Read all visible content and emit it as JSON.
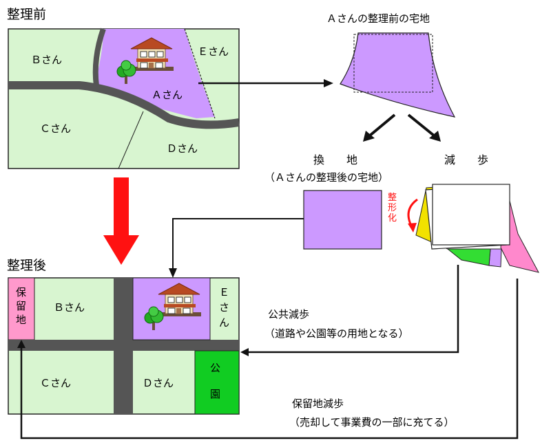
{
  "colors": {
    "land_green": "#d8f5d0",
    "lot_purple": "#cc99ff",
    "road_gray": "#555555",
    "reserve_pink": "#ff99cc",
    "park_green": "#11cc22",
    "arrow_red": "#ff1111",
    "line_black": "#111111",
    "yellow": "#f2e200",
    "mid_green": "#33dd33",
    "pink": "#ff88cc"
  },
  "icons": [
    "house-icon",
    "tree-icon",
    "arrow-icon"
  ],
  "before": {
    "title": "整理前",
    "lot_b": "Ｂさん",
    "lot_a": "Ａさん",
    "lot_e": "Ｅさん",
    "lot_c": "Ｃさん",
    "lot_d": "Ｄさん"
  },
  "after": {
    "title": "整理後",
    "reserve": [
      "保",
      "留",
      "地"
    ],
    "lot_b": "Ｂさん",
    "lot_e": [
      "Ｅ",
      "さ",
      "ん"
    ],
    "lot_c": "Ｃさん",
    "lot_d": "Ｄさん",
    "park": [
      "公",
      "園"
    ]
  },
  "right": {
    "a_lot_before": "Ａさんの整理前の宅地",
    "kanchi": "換　　地",
    "genbu": "減　　歩",
    "a_lot_after": "（Ａさんの整理後の宅地）",
    "shapening": [
      "整",
      "形",
      "化"
    ],
    "public_genbu": "公共減歩",
    "public_genbu_note": "（道路や公園等の用地となる）",
    "reserve_genbu": "保留地減歩",
    "reserve_genbu_note": "（売却して事業費の一部に充てる）"
  }
}
